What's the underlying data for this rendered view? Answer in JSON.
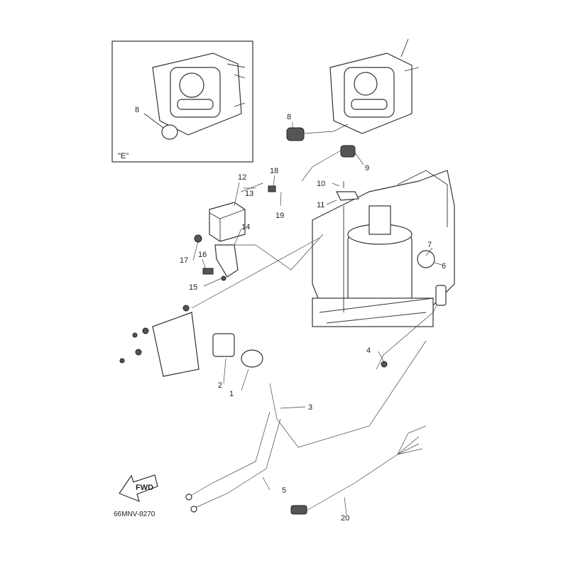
{
  "diagram": {
    "inset_view_label": "\"E\"",
    "callouts": {
      "inset_8": "8",
      "p8": "8",
      "p9": "9",
      "p10": "10",
      "p11": "11",
      "p12": "12",
      "p13": "13",
      "p18": "18",
      "p19": "19",
      "p14": "14",
      "p17": "17",
      "p16": "16",
      "p15": "15",
      "p7": "7",
      "p6": "6",
      "p4": "4",
      "p2": "2",
      "p1": "1",
      "p3": "3",
      "p5": "5",
      "p20": "20"
    },
    "fwd_arrow_text": "FWD",
    "drawing_code": "66MNV-8270"
  }
}
